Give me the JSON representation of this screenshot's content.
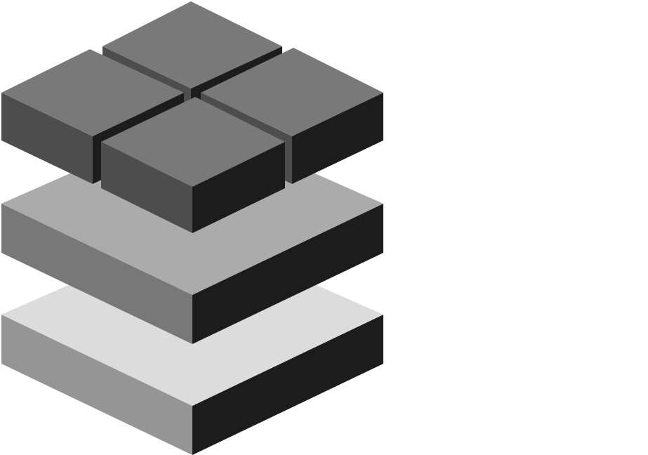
{
  "diagram": {
    "kind": "isometric-layer-stack",
    "background": "#ffffff",
    "layers": [
      {
        "name": "bottom-slab",
        "faces": {
          "top": "#dcdcdc",
          "left": "#959595",
          "right": "#1c1c1c"
        }
      },
      {
        "name": "middle-slab",
        "faces": {
          "top": "#ababab",
          "left": "#787878",
          "right": "#1c1c1c"
        }
      },
      {
        "name": "top-blocks",
        "count": 4,
        "faces": {
          "top": "#797979",
          "left": "#4d4d4d",
          "right": "#1c1c1c"
        }
      }
    ]
  }
}
